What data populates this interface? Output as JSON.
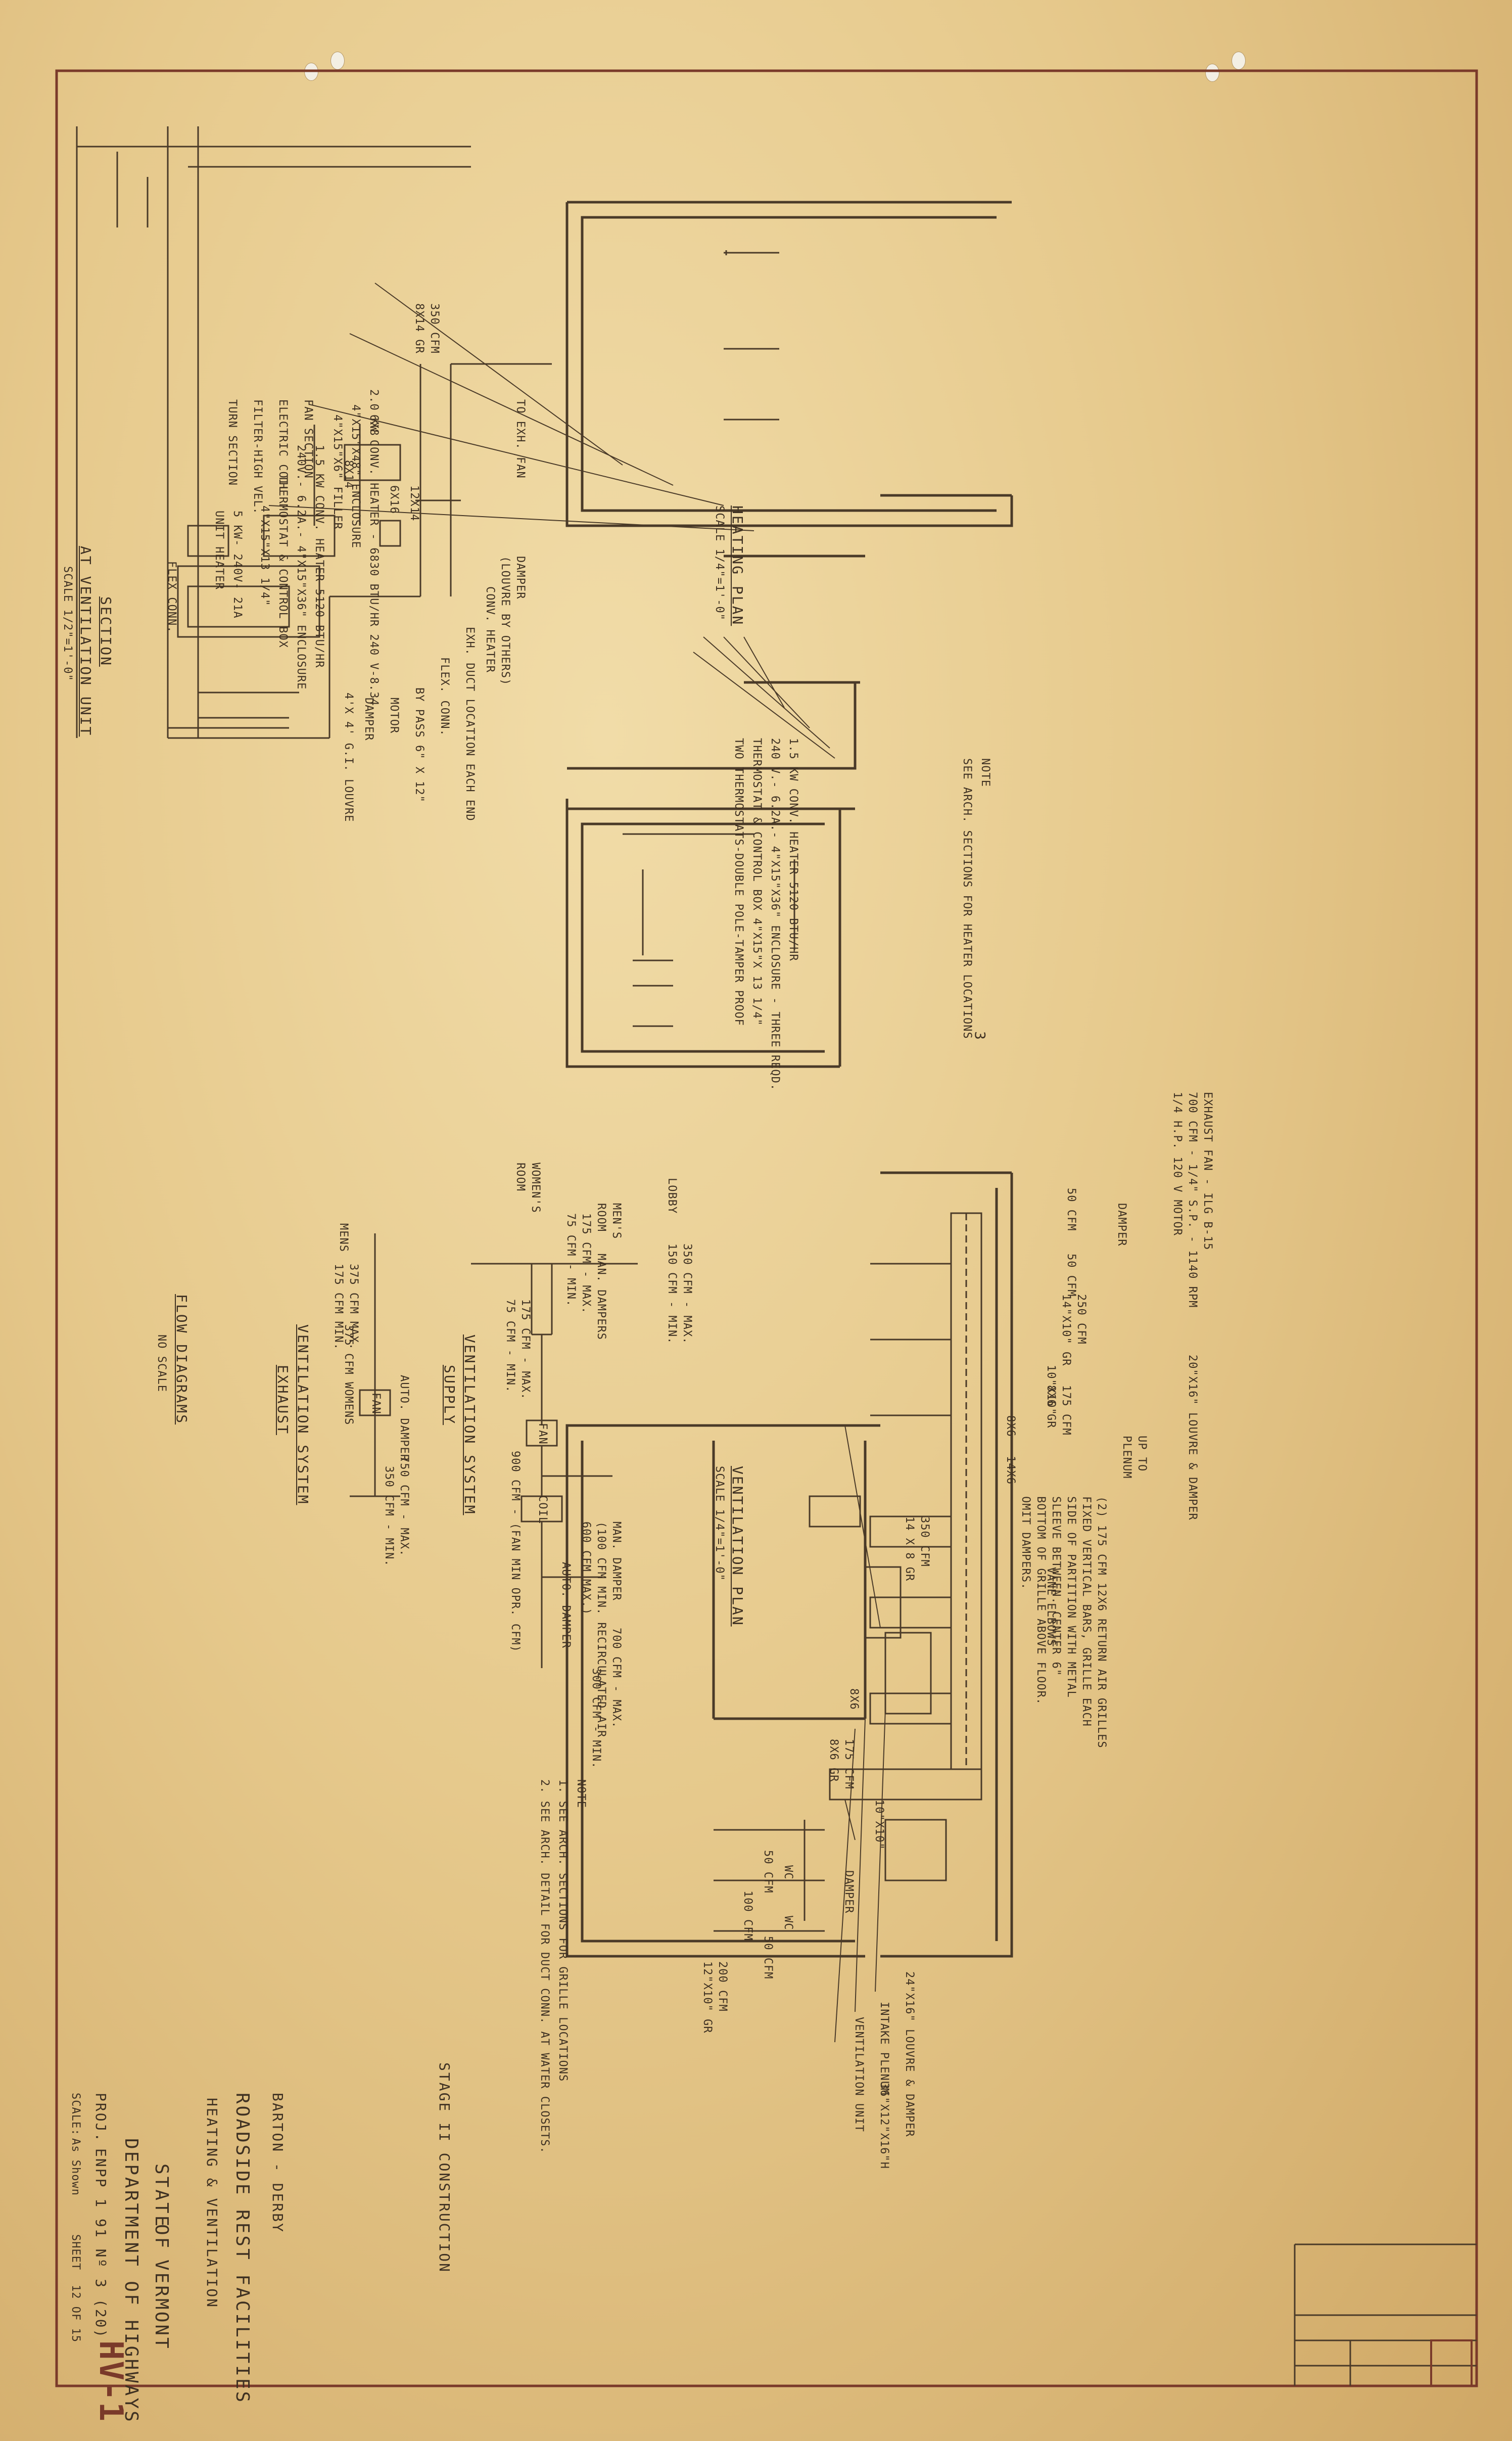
{
  "sheet_id": "HV-1",
  "heating_plan": {
    "title": "HEATING PLAN",
    "scale": "SCALE 1/4\"=1'-0\"",
    "note_label": "NOTE",
    "note": "SEE ARCH. SECTIONS FOR HEATER LOCATIONS",
    "note_ref": "3",
    "callouts": [
      "2.0 KW CONV. HEATER - 6830 BTU/HR 240 V-8.34",
      "4\"X15\"X48\" ENCLOSURE",
      "4\"X15\"X6\" FILLER",
      "1.5 KW CONV. HEATER 5120 BTU/HR",
      "240V.- 6.2A.- 4\"X15\"X36\" ENCLOSURE",
      "THERMOSTAT & CONTROL BOX",
      "4\"X15\"X13 1/4\"",
      "5 KW- 240V- 21A",
      "UNIT HEATER"
    ],
    "main_callout": [
      "1.5 KW CONV. HEATER 5120 BTU/HR",
      "240 V.- 6.2A.- 4\"X15\"X36\" ENCLOSURE - THREE REQD.",
      "THERMOSTAT & CONTROL BOX 4\"X15\"X 13 1/4\"",
      "TWO THERMOSTATS-DOUBLE POLE-TAMPER PROOF"
    ]
  },
  "section": {
    "title": "SECTION",
    "subtitle": "AT VENTILATION UNIT",
    "scale": "SCALE 1/2\"=1'-0\"",
    "labels": {
      "supply": "350 CFM",
      "supply_grille": "8X14 GR",
      "to_exh_fan": "TO EXH. FAN",
      "damper_by_others": "DAMPER",
      "louvre_by_others": "(LOUVRE BY OTHERS)",
      "conv_heater": "CONV. HEATER",
      "exh_duct": "EXH. DUCT LOCATION EACH END",
      "flex_conn_1": "FLEX. CONN.",
      "by_pass": "BY PASS 6\" X 12\"",
      "motor": "MOTOR",
      "damper": "DAMPER",
      "louvre": "4'X 4' G.I. LOUVRE",
      "fan_section": "FAN SECTION",
      "electric_coil": "ELECTRIC COIL",
      "filter": "FILTER-HIGH VEL.",
      "turn_section": "TURN SECTION",
      "flex_conn_2": "FLEX CONN.",
      "d6x8": "6X8",
      "d6x16": "6X16",
      "d12x14": "12X14",
      "d8x14": "8X14"
    }
  },
  "flow_diagrams": {
    "supply": {
      "title": "VENTILATION SYSTEM",
      "subtitle": "SUPPLY",
      "lobby": "LOBBY",
      "lobby_cfm": [
        "350 CFM - MAX.",
        "150 CFM - MIN."
      ],
      "mens_room": [
        "MEN'S",
        "ROOM"
      ],
      "man_dampers": "MAN. DAMPERS",
      "mens_cfm": [
        "175 CFM - MAX.",
        "75 CFM - MIN."
      ],
      "womens_room": [
        "WOMEN'S",
        "ROOM"
      ],
      "womens_cfm": [
        "175 CFM - MAX.",
        "75 CFM - MIN."
      ],
      "fan": "FAN",
      "coil": "COIL",
      "total": "900 CFM - (FAN MIN OPR. CFM)",
      "recirc": [
        "MAN. DAMPER",
        "(100 CFM MIN. RECIRCULATED AIR",
        "600 CFM MAX.)"
      ],
      "auto_damper": "AUTO. DAMPER",
      "outside": [
        "700 CFM - MAX.",
        "300 CFM - MIN."
      ]
    },
    "exhaust": {
      "title": "VENTILATION SYSTEM",
      "subtitle": "EXHAUST",
      "mens": "MENS",
      "mens_cfm": [
        "375 CFM MAX.",
        "175 CFM MIN."
      ],
      "womens": "375 CFM WOMENS",
      "fan": "FAN",
      "auto_damper": "AUTO. DAMPER",
      "out": [
        "750 CFM - MAX.",
        "350 CFM - MIN."
      ]
    },
    "caption": "FLOW DIAGRAMS",
    "caption_scale": "NO SCALE"
  },
  "ventilation_plan": {
    "title": "VENTILATION PLAN",
    "scale": "SCALE 1/4\"=1'-0\"",
    "callouts": {
      "exhaust_fan": [
        "EXHAUST FAN - ILG B-15",
        "700 CFM - 1/4\" S.P. - 1140 RPM",
        "1/4 H.P. 120 V MOTOR"
      ],
      "damper_top": "DAMPER",
      "cfm_50a": "50 CFM",
      "cfm_50b": "50 CFM",
      "cfm_250": [
        "250 CFM",
        "14\"X10\" GR"
      ],
      "duct_10x10": "10\"X10\"",
      "louvre_20x16": "20\"X16\" LOUVRE & DAMPER",
      "cfm_175a": [
        "175 CFM",
        "8X6 GR"
      ],
      "up_to_plenum": [
        "UP TO",
        "PLENUM"
      ],
      "return_grilles": [
        "(2) 175 CFM 12X6 RETURN AIR GRILLES",
        "FIXED VERTICAL BARS, GRILLE EACH",
        "SIDE OF PARTITION WITH METAL",
        "SLEEVE BETWEEN. CENTER 6\"",
        "BOTTOM OF GRILLE ABOVE FLOOR.",
        "OMIT DAMPERS."
      ],
      "duct_8x6a": "8X6",
      "duct_14x6": "14X6",
      "vane_elbows": "VANE ELBOWS",
      "cfm_350": [
        "350 CFM",
        "14 X 8 GR"
      ],
      "duct_8x6b": "8X6",
      "cfm_175b": [
        "175 CFM",
        "8X6 GR"
      ],
      "duct_10x10b": "10\"X10\"",
      "louvre_24x16": "24\"X16\" LOUVRE & DAMPER",
      "intake_plenum": "INTAKE PLENUM",
      "plenum_size": "36\"X12\"X16\"H",
      "vent_unit": "VENTILATION UNIT",
      "damper_bottom": "DAMPER",
      "wc1": "WC",
      "wc2": "WC",
      "cfm_50c": "50 CFM",
      "cfm_100": "100 CFM",
      "cfm_50d": "50 CFM",
      "cfm_200": [
        "200 CFM",
        "12\"X10\" GR"
      ]
    },
    "notes_label": "NOTE",
    "notes": [
      "1. SEE ARCH. SECTIONS FOR GRILLE LOCATIONS",
      "2. SEE ARCH. DETAIL FOR DUCT CONN. AT WATER CLOSETS."
    ]
  },
  "stage": "STAGE II CONSTRUCTION",
  "title_block": {
    "town": "BARTON - DERBY",
    "project": "ROADSIDE REST FACILITIES",
    "sheet_title": "HEATING & VENTILATION",
    "state_of": "STATE",
    "of": "OF",
    "vermont": "VERMONT",
    "dept": "DEPARTMENT OF HIGHWAYS",
    "proj_label": "PROJ.",
    "proj_value": "ENPP 1 91 Nº 3 (20)",
    "scale_label": "SCALE:",
    "scale_value": "As Shown",
    "sheet_label": "SHEET",
    "sheet_value": "12 OF 15"
  },
  "colors": {
    "paper": "#e9cf96",
    "ink": "#4a3a28",
    "border": "#7a3a2a"
  }
}
